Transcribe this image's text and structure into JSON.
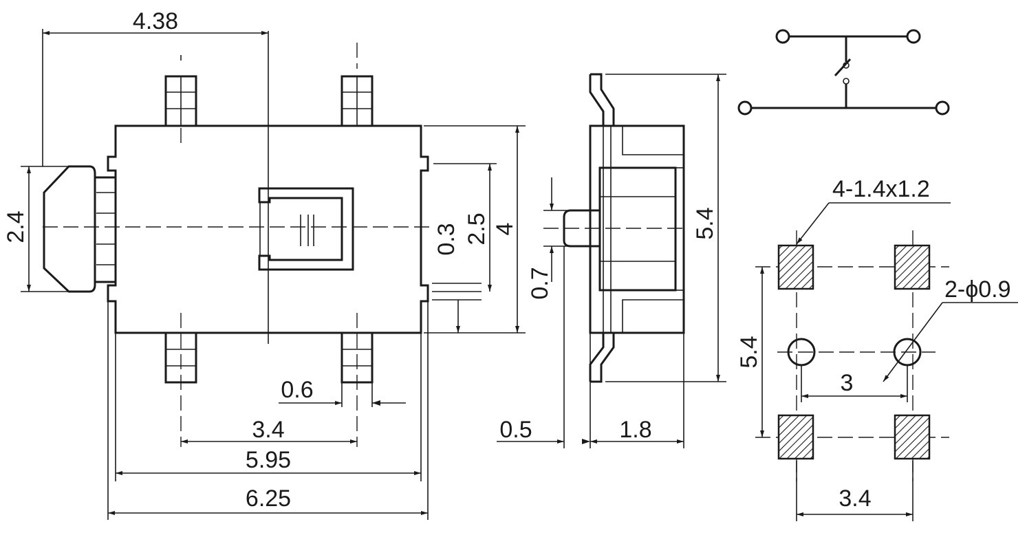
{
  "colors": {
    "line": "#1a1a1a",
    "background": "#ffffff"
  },
  "top_view": {
    "dim_4_38": "4.38",
    "dim_2_4": "2.4",
    "dim_0_3": "0.3",
    "dim_2_5": "2.5",
    "dim_4": "4",
    "dim_0_6": "0.6",
    "dim_3_4": "3.4",
    "dim_5_95": "5.95",
    "dim_6_25": "6.25"
  },
  "side_view": {
    "dim_0_7": "0.7",
    "dim_5_4": "5.4",
    "dim_0_5": "0.5",
    "dim_1_8": "1.8"
  },
  "footprint": {
    "pad_callout": "4-1.4x1.2",
    "hole_callout": "2-ϕ0.9",
    "dim_5_4": "5.4",
    "dim_3": "3",
    "dim_3_4": "3.4"
  }
}
